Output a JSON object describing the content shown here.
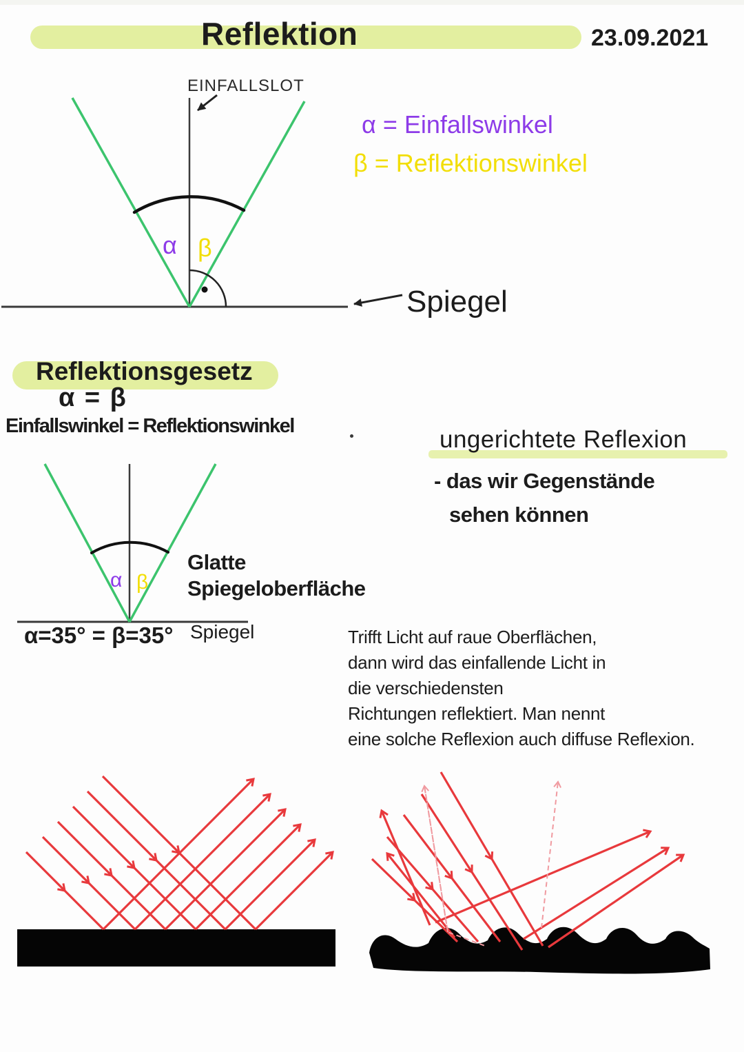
{
  "header": {
    "title": "Reflektion",
    "date": "23.09.2021"
  },
  "colors": {
    "highlight": "#e3efa0",
    "purple": "#8d3be8",
    "yellow": "#f2de06",
    "green": "#3cc46d",
    "red": "#e8393c",
    "pink": "#f09aa0",
    "ink": "#1c1c1c"
  },
  "diagram1": {
    "normal_label": "EINFALLSLOT",
    "alpha": "α",
    "beta": "β",
    "mirror_label": "Spiegel"
  },
  "legend": {
    "alpha_equation": "α = Einfallswinkel",
    "beta_equation": "β = Reflektionswinkel"
  },
  "law": {
    "heading": "Reflektionsgesetz",
    "formula": "α = β",
    "equation": "Einfallswinkel = Reflektionswinkel"
  },
  "diagram2": {
    "alpha": "α",
    "beta": "β",
    "surface_line1": "Glatte",
    "surface_line2": "Spiegeloberfläche",
    "angle_equation": "α=35° = β=35°",
    "mirror_label": "Spiegel"
  },
  "diffuse": {
    "heading": "ungerichtete Reflexion",
    "note_line1": "- das wir Gegenstände",
    "note_line2": "sehen können",
    "paragraph": [
      "Trifft Licht auf raue Oberflächen,",
      "dann wird das einfallende Licht in",
      "die verschiedensten",
      "Richtungen reflektiert. Man nennt",
      "eine solche Reflexion auch  diffuse Reflexion."
    ]
  }
}
